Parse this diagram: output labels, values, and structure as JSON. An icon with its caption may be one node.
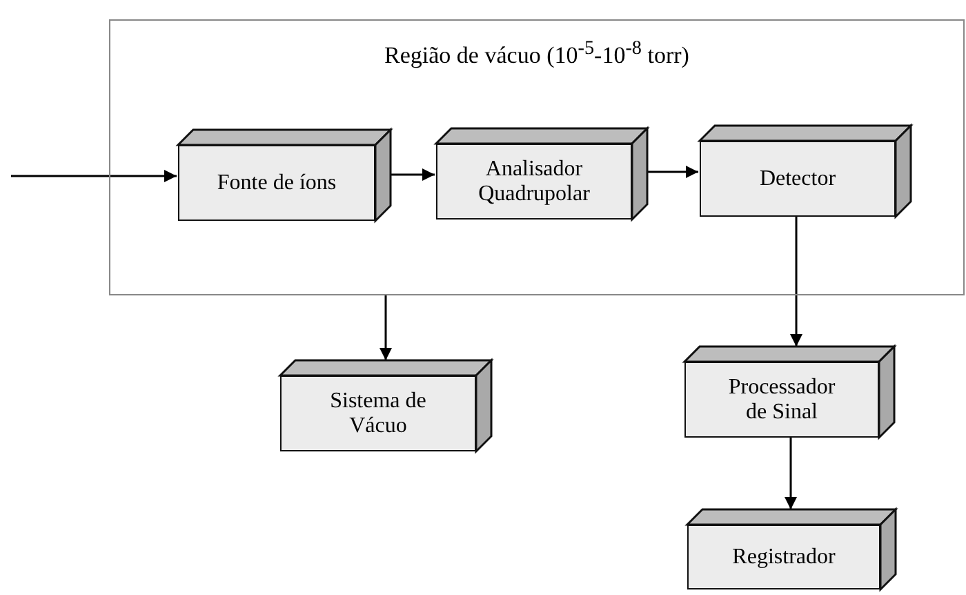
{
  "diagram": {
    "nodes": [
      {
        "text": [
          "Região de vácuo (10$^{-5}$-10$^{-8}$ torr)"
        ]
      },
      {
        "text": [
          "Fonte de íons"
        ],
        "in": 0
      },
      {
        "text": [
          "Analisador Quadrupolar"
        ],
        "in": 0
      },
      {
        "text": [
          "Detector"
        ],
        "in": 0
      },
      {
        "text": [
          "Sistema de Vácuo"
        ]
      },
      {
        "text": [
          "Processador de Sinal"
        ]
      },
      {
        "text": [
          "Registrador"
        ]
      }
    ],
    "edges": [
      {
        "from": null,
        "to": 1,
        "arrow": "to"
      },
      {
        "from": 1,
        "to": 2,
        "arrow": "to"
      },
      {
        "from": 2,
        "to": 3,
        "arrow": "to"
      },
      {
        "from": 0,
        "to": 4,
        "arrow": "to"
      },
      {
        "from": 3,
        "to": 5,
        "arrow": "to"
      },
      {
        "from": 5,
        "to": 6,
        "arrow": "to"
      }
    ]
  }
}
